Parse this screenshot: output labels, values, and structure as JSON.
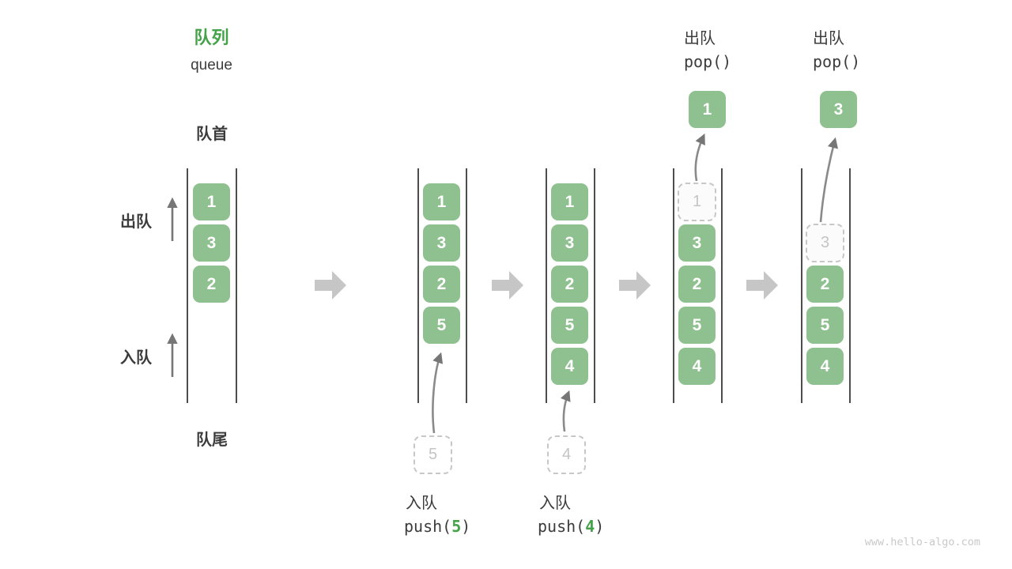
{
  "title": {
    "zh": "队列",
    "en": "queue"
  },
  "labels": {
    "front": "队首",
    "rear": "队尾",
    "dequeue_side": "出队",
    "enqueue_side": "入队"
  },
  "states": [
    {
      "name": "initial",
      "items": [
        "1",
        "3",
        "2"
      ]
    },
    {
      "name": "after-push-5",
      "items": [
        "1",
        "3",
        "2",
        "5"
      ],
      "incoming": "5",
      "op": {
        "label": "入队",
        "fn": "push(",
        "arg": "5",
        "close": ")"
      }
    },
    {
      "name": "after-push-4",
      "items": [
        "1",
        "3",
        "2",
        "5",
        "4"
      ],
      "incoming": "4",
      "op": {
        "label": "入队",
        "fn": "push(",
        "arg": "4",
        "close": ")"
      }
    },
    {
      "name": "after-pop-1",
      "items": [
        "3",
        "2",
        "5",
        "4"
      ],
      "ghost": "1",
      "popped": "1",
      "op": {
        "label": "出队",
        "code": "pop()"
      }
    },
    {
      "name": "after-pop-3",
      "items": [
        "2",
        "5",
        "4"
      ],
      "ghost": "3",
      "popped": "3",
      "op": {
        "label": "出队",
        "code": "pop()"
      }
    }
  ],
  "watermark": "www.hello-algo.com",
  "colors": {
    "accent_green": "#44a248",
    "box_green": "#8fc08f",
    "text_dark": "#3c3c3c",
    "block_arrow_gray": "#c6c6c6",
    "thin_arrow_gray": "#767676",
    "wall_gray": "#4d4d4d",
    "ghost_gray": "#c4c4c4"
  }
}
